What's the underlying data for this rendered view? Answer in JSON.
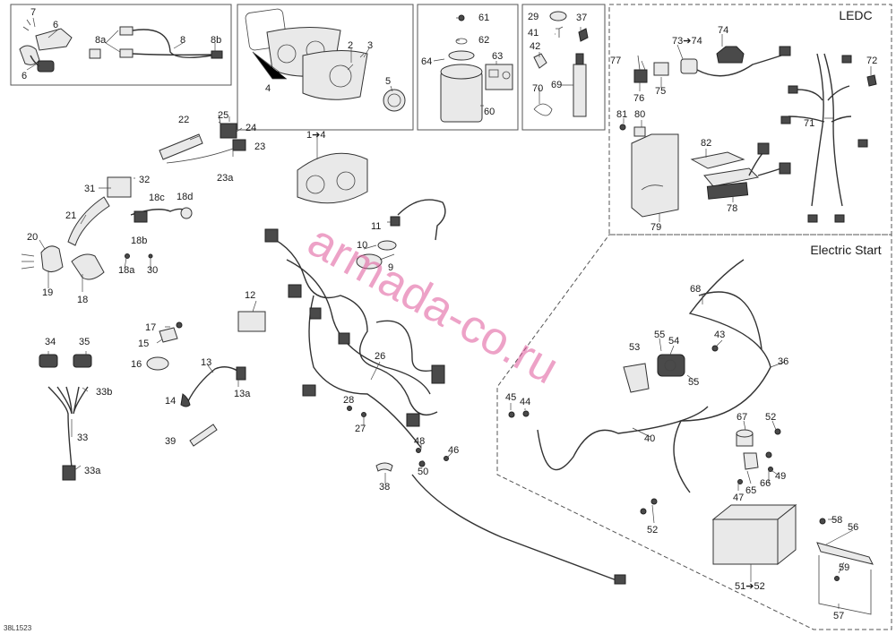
{
  "sections": {
    "ledc": "LEDC",
    "electric_start": "Electric Start"
  },
  "drawing_code": "38L1523",
  "watermark": "armada-co.ru",
  "labels": {
    "p1to4a": "1➔4",
    "p2": "2",
    "p3": "3",
    "p4": "4",
    "p5": "5",
    "p6a": "6",
    "p6b": "6",
    "p7": "7",
    "p8": "8",
    "p8a": "8a",
    "p8b": "8b",
    "p9": "9",
    "p10": "10",
    "p11": "11",
    "p12": "12",
    "p13": "13",
    "p13a": "13a",
    "p14": "14",
    "p15": "15",
    "p16": "16",
    "p17": "17",
    "p18": "18",
    "p18a": "18a",
    "p18b": "18b",
    "p18c": "18c",
    "p18d": "18d",
    "p19": "19",
    "p20": "20",
    "p21": "21",
    "p22": "22",
    "p23": "23",
    "p23a": "23a",
    "p24": "24",
    "p25": "25",
    "p26": "26",
    "p27": "27",
    "p28": "28",
    "p29": "29",
    "p30": "30",
    "p31": "31",
    "p32": "32",
    "p33": "33",
    "p33a": "33a",
    "p33b": "33b",
    "p34": "34",
    "p35": "35",
    "p36": "36",
    "p37": "37",
    "p38": "38",
    "p39": "39",
    "p40": "40",
    "p41": "41",
    "p42": "42",
    "p43": "43",
    "p44": "44",
    "p45": "45",
    "p46": "46",
    "p47": "47",
    "p48": "48",
    "p49": "49",
    "p50": "50",
    "p51to52": "51➔52",
    "p52a": "52",
    "p52b": "52",
    "p53": "53",
    "p54": "54",
    "p55a": "55",
    "p55b": "55",
    "p56": "56",
    "p57": "57",
    "p58": "58",
    "p59": "59",
    "p60": "60",
    "p61": "61",
    "p62": "62",
    "p63": "63",
    "p64": "64",
    "p65": "65",
    "p66": "66",
    "p67": "67",
    "p68": "68",
    "p69": "69",
    "p70": "70",
    "p71": "71",
    "p72": "72",
    "p73to74": "73➔74",
    "p74": "74",
    "p75": "75",
    "p76": "76",
    "p77": "77",
    "p78": "78",
    "p79": "79",
    "p80": "80",
    "p81": "81",
    "p82": "82"
  }
}
